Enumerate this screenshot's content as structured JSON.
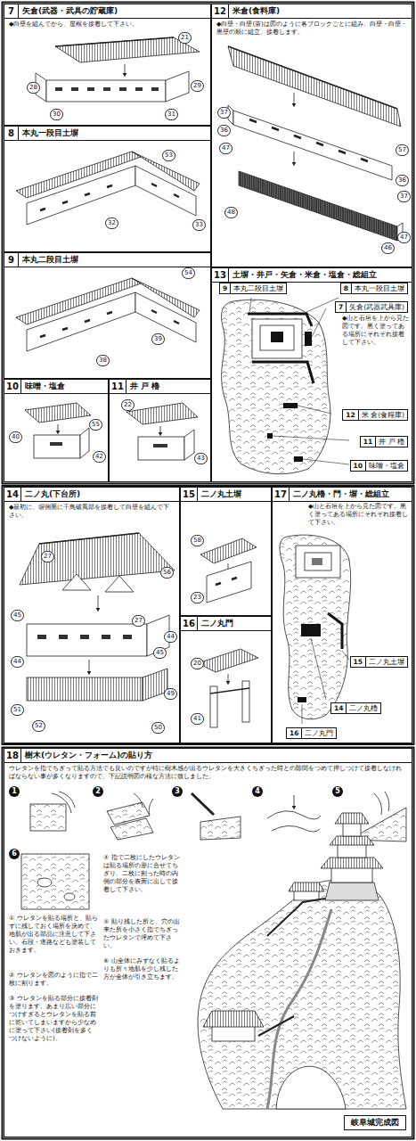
{
  "diagram": {
    "nodes": [
      {
        "text": [
          "7",
          "矢倉(武器・武具の貯蔵庫)",
          "◆白壁を組んでから、屋根を接着して下さい。"
        ]
      },
      {
        "text": [
          "8",
          "本丸一段目土塀"
        ]
      },
      {
        "text": [
          "9",
          "本丸二段目土塀"
        ]
      },
      {
        "text": [
          "10",
          "味噌・塩倉"
        ]
      },
      {
        "text": [
          "11",
          "井 戸 櫓"
        ]
      },
      {
        "text": [
          "12",
          "米倉(食料庫)",
          "◆白壁・白壁(茶)は図のように各ブロックごとに組み、白壁・白壁・黒壁の順に組立、接着します。"
        ]
      },
      {
        "text": [
          "13",
          "土塀・井戸・矢倉・米倉・塩倉・総組立",
          "◆山と石垣を上から見た図です。黒く塗ってある場所にそれぞれ接着して下さい。"
        ]
      },
      {
        "text": [
          "9",
          "本丸二段目土塀"
        ],
        "in": 6
      },
      {
        "text": [
          "8",
          "本丸一段目土塀"
        ],
        "in": 6
      },
      {
        "text": [
          "7",
          "矢倉(武器武具庫)"
        ],
        "in": 6
      },
      {
        "text": [
          "12",
          "米 倉(食糧庫)"
        ],
        "in": 6
      },
      {
        "text": [
          "11",
          "井 戸 櫓"
        ],
        "in": 6
      },
      {
        "text": [
          "10",
          "味噌・塩倉"
        ],
        "in": 6
      },
      {
        "text": [
          "14",
          "二ノ丸(下台所)",
          "◆最初に、塀側面に千鳥破風部を接着して白壁を組んで下さい。"
        ]
      },
      {
        "text": [
          "15",
          "二ノ丸土塀"
        ]
      },
      {
        "text": [
          "16",
          "二ノ丸門"
        ]
      },
      {
        "text": [
          "17",
          "二ノ丸櫓・門・塀・総組立",
          "◆山と石垣を上から見た図です。黒く塗ってある場所にそれぞれ接着して下さい。"
        ]
      },
      {
        "text": [
          "15",
          "二ノ丸土塀"
        ],
        "in": 16
      },
      {
        "text": [
          "14",
          "二ノ丸櫓"
        ],
        "in": 16
      },
      {
        "text": [
          "16",
          "二ノ丸門"
        ],
        "in": 16
      },
      {
        "text": [
          "18",
          "樹木(ウレタン・フォーム)の貼り方",
          "ウレタンを指でちぎって貼る方法でも良いのですが特に樹木感が出るウレタンを大きくちぎった時との隙間をつめて押しつけて接着しなければならない事が多くなりますので、下記説明図の様な方法に致しました。"
        ]
      },
      {
        "text": [
          "岐阜城完成図"
        ],
        "in": 20
      }
    ],
    "labels": [
      "21",
      "28",
      "29",
      "30",
      "31",
      "53",
      "32",
      "33",
      "54",
      "38",
      "39",
      "40",
      "55",
      "42",
      "22",
      "43",
      "37",
      "36",
      "47",
      "48",
      "57",
      "36",
      "37",
      "46",
      "47",
      "27",
      "56",
      "45",
      "27",
      "44",
      "45",
      "44",
      "49",
      "51",
      "52",
      "50",
      "58",
      "23",
      "20",
      "41",
      "1",
      "2",
      "3",
      "4",
      "5",
      "6",
      "① ウレタンを貼る場所と、貼らずに残しておく場所を決めて、地肌が出る部品に注意して下さい。石段・道路なども塗装しておきます。",
      "② ウレタンを図のように指で二枚に割ります。",
      "③ ウレタンを貼る部分に接着剤を塗ります。あまり広い部分につけすぎるとウレタンを貼る前に乾いてしまいますから少なめに塗って下さい(接着剤を多くつけないように)。",
      "④ 指で二枚にしたウレタンは貼る場所の形に合せてちぎり、二枚に割った時の内側の部分を表面に出して接着して下さい。",
      "⑤ 貼り残した所と、穴の出来た所を小さく指でちぎったウレタンで埋めて下さい。",
      "⑥ 山全体にみずなく貼るよりも所々地肌を少し残した方が全体が引き立ちます。"
    ]
  }
}
